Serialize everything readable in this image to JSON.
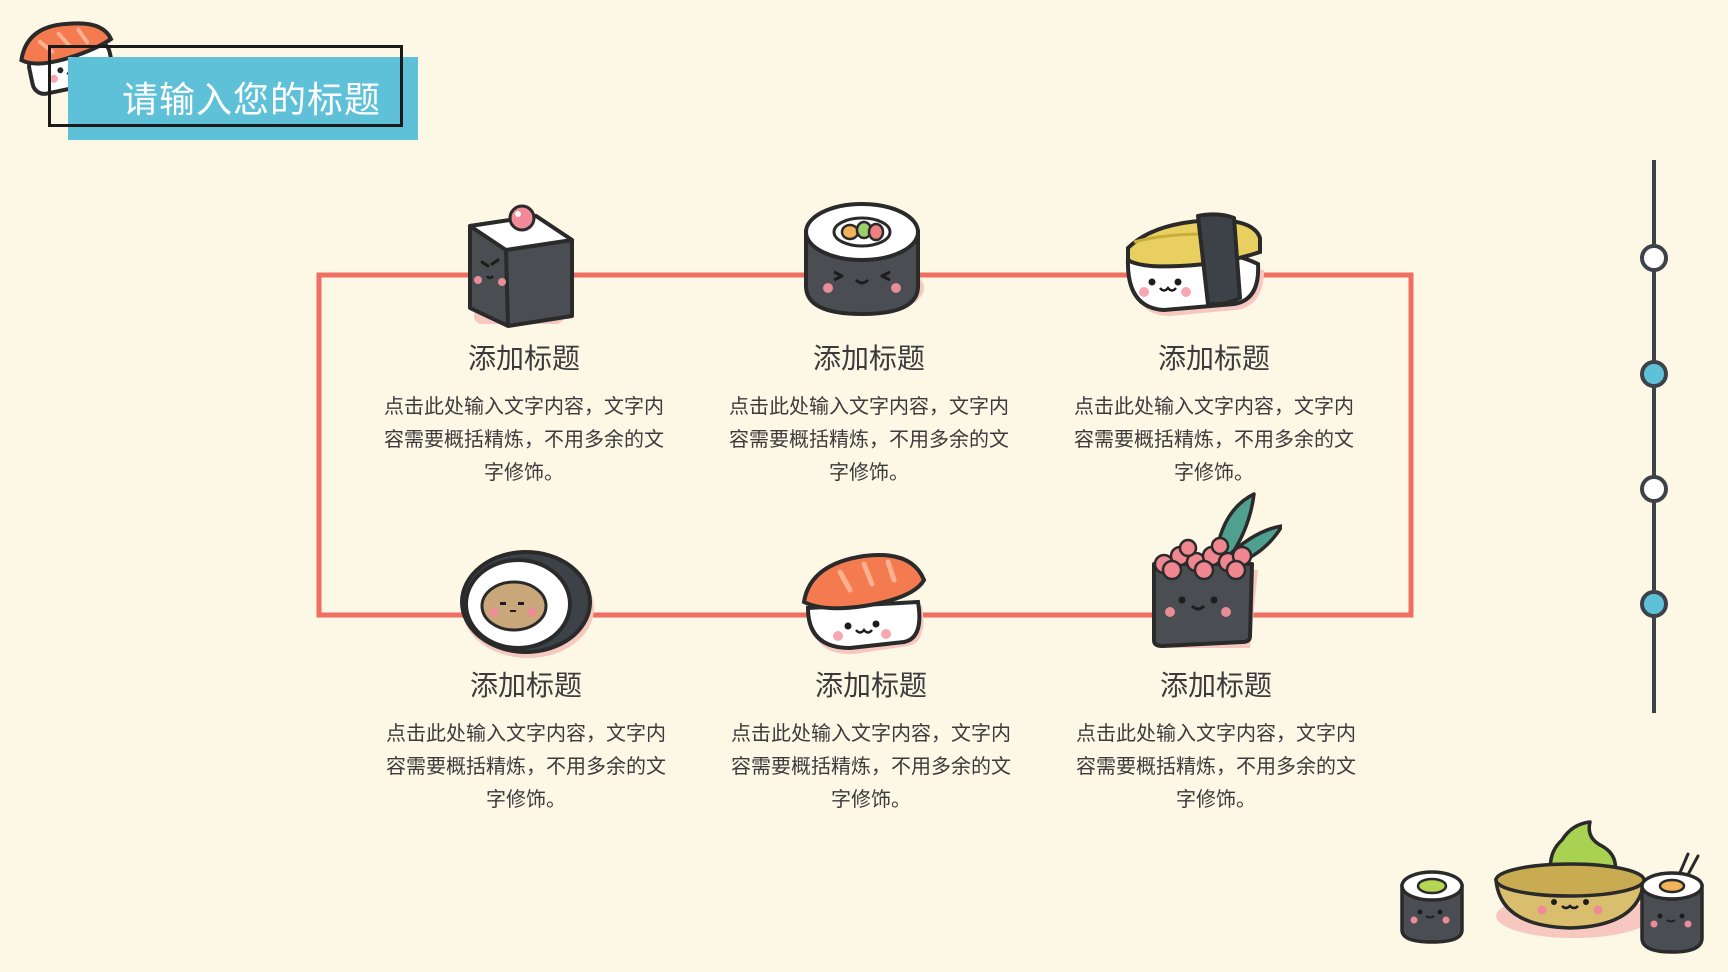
{
  "header": {
    "title": "请输入您的标题"
  },
  "colors": {
    "background": "#fdf7e6",
    "accent_teal": "#5fc1d8",
    "frame_red": "#ef6f62",
    "timeline": "#3d4249"
  },
  "cards": [
    {
      "title": "添加标题",
      "text": "点击此处输入文字内容，文字内容需要概括精炼，不用多余的文字修饰。",
      "icon": "square-sushi-icon"
    },
    {
      "title": "添加标题",
      "text": "点击此处输入文字内容，文字内容需要概括精炼，不用多余的文字修饰。",
      "icon": "maki-roll-icon"
    },
    {
      "title": "添加标题",
      "text": "点击此处输入文字内容，文字内容需要概括精炼，不用多余的文字修饰。",
      "icon": "tamago-nigiri-icon"
    },
    {
      "title": "添加标题",
      "text": "点击此处输入文字内容，文字内容需要概括精炼，不用多余的文字修饰。",
      "icon": "egg-roll-icon"
    },
    {
      "title": "添加标题",
      "text": "点击此处输入文字内容，文字内容需要概括精炼，不用多余的文字修饰。",
      "icon": "salmon-nigiri-icon"
    },
    {
      "title": "添加标题",
      "text": "点击此处输入文字内容，文字内容需要概括精炼，不用多余的文字修饰。",
      "icon": "ikura-gunkan-icon"
    }
  ],
  "timeline": {
    "nodes": [
      "empty",
      "filled",
      "empty",
      "filled"
    ]
  },
  "decorations": [
    "salmon-nigiri-corner-icon",
    "small-maki-icon",
    "wasabi-bowl-icon",
    "maki-chopsticks-icon"
  ]
}
